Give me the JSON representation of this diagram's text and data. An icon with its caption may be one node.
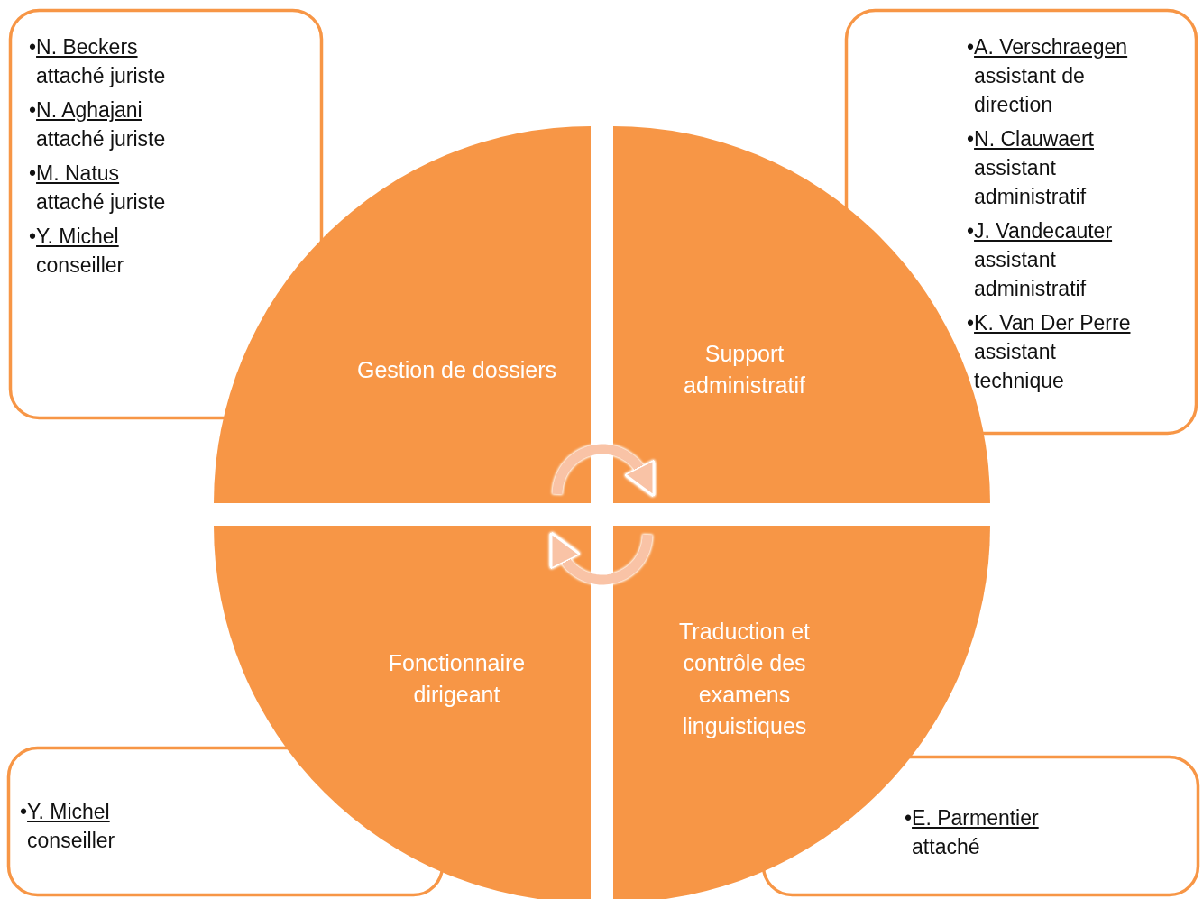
{
  "diagram": {
    "nodes": [
      {
        "text": [
          "•",
          "N. Beckers",
          "attaché juriste",
          "•",
          "N. Aghajani",
          "attaché juriste",
          "•",
          "M. Natus",
          "attaché juriste",
          "•",
          "Y. Michel",
          "conseiller"
        ]
      },
      {
        "text": [
          "•",
          "A. Verschraegen",
          "assistant de direction",
          "•",
          "N. Clauwaert",
          "assistant administratif",
          "•",
          "J. Vandecauter",
          "assistant administratif",
          "•",
          "K. Van Der Perre",
          "assistant technique"
        ]
      },
      {
        "text": [
          "•",
          "Y. Michel",
          "conseiller"
        ]
      },
      {
        "text": [
          "•",
          "E. Parmentier",
          "attaché"
        ]
      },
      {
        "text": [
          "Gestion de dossiers"
        ]
      },
      {
        "text": [
          "Support administratif"
        ]
      },
      {
        "text": [
          "Fonctionnaire dirigeant"
        ]
      },
      {
        "text": [
          "Traduction et contrôle des examens linguistiques"
        ]
      }
    ],
    "edges": [
      {
        "from": 4,
        "to": 5,
        "arrow": "to"
      },
      {
        "from": 7,
        "to": 6,
        "arrow": "to"
      }
    ]
  }
}
